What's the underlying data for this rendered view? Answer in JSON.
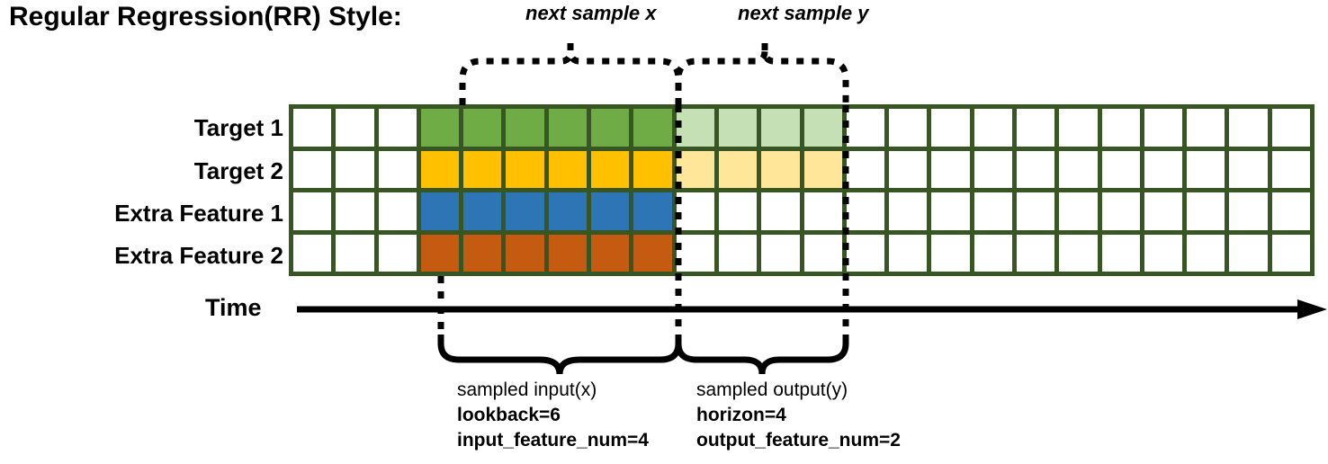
{
  "title": "Regular Regression(RR) Style:",
  "rows": [
    {
      "label": "Target 1",
      "name": "target-1"
    },
    {
      "label": "Target 2",
      "name": "target-2"
    },
    {
      "label": "Extra Feature 1",
      "name": "extra-feature-1"
    },
    {
      "label": "Extra Feature 2",
      "name": "extra-feature-2"
    }
  ],
  "time_axis": {
    "label": "Time"
  },
  "annotations": {
    "top": [
      {
        "text": "next sample x",
        "name": "next-sample-x"
      },
      {
        "text": "next sample y",
        "name": "next-sample-y"
      }
    ],
    "bottom": [
      {
        "name": "sampled-input",
        "line1": "sampled input(x)",
        "line2": "lookback=6",
        "line3": "input_feature_num=4"
      },
      {
        "name": "sampled-output",
        "line1": "sampled output(y)",
        "line2": "horizon=4",
        "line3": "output_feature_num=2"
      }
    ]
  },
  "grid": {
    "columns": 24,
    "rows": 4,
    "lead_blank_cols": 3,
    "input_cols": 6,
    "output_cols": 4,
    "trail_blank_cols": 11,
    "cell_classes": [
      [
        "cell",
        "cell",
        "cell",
        "c-green",
        "c-green",
        "c-green",
        "c-green",
        "c-green",
        "c-green",
        "c-green-light",
        "c-green-light",
        "c-green-light",
        "c-green-light",
        "cell",
        "cell",
        "cell",
        "cell",
        "cell",
        "cell",
        "cell",
        "cell",
        "cell",
        "cell",
        "cell"
      ],
      [
        "cell",
        "cell",
        "cell",
        "c-yellow",
        "c-yellow",
        "c-yellow",
        "c-yellow",
        "c-yellow",
        "c-yellow",
        "c-yellow-light",
        "c-yellow-light",
        "c-yellow-light",
        "c-yellow-light",
        "cell",
        "cell",
        "cell",
        "cell",
        "cell",
        "cell",
        "cell",
        "cell",
        "cell",
        "cell",
        "cell"
      ],
      [
        "cell",
        "cell",
        "cell",
        "c-blue",
        "c-blue",
        "c-blue",
        "c-blue",
        "c-blue",
        "c-blue",
        "cell",
        "cell",
        "cell",
        "cell",
        "cell",
        "cell",
        "cell",
        "cell",
        "cell",
        "cell",
        "cell",
        "cell",
        "cell",
        "cell",
        "cell"
      ],
      [
        "cell",
        "cell",
        "cell",
        "c-orange",
        "c-orange",
        "c-orange",
        "c-orange",
        "c-orange",
        "c-orange",
        "cell",
        "cell",
        "cell",
        "cell",
        "cell",
        "cell",
        "cell",
        "cell",
        "cell",
        "cell",
        "cell",
        "cell",
        "cell",
        "cell",
        "cell"
      ]
    ]
  },
  "colors": {
    "grid_border": "#375623",
    "target_1": "#6FAC46",
    "target_1_light": "#C5E0B4",
    "target_2": "#FFC000",
    "target_2_light": "#FFE699",
    "extra_feature_1": "#2E75B6",
    "extra_feature_2": "#C55A11",
    "axis": "#000000",
    "text": "#000000"
  }
}
